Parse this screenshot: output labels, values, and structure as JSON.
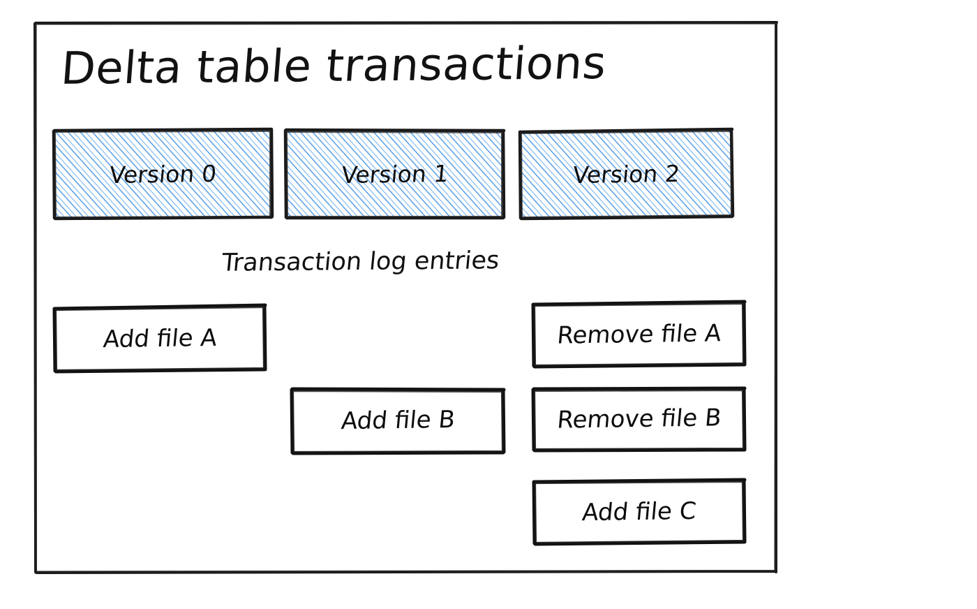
{
  "diagram": {
    "title": "Delta table transactions",
    "subtitle": "Transaction log entries",
    "background_color": "#ffffff",
    "frame_color": "#1a1a1a",
    "hatch_color": "#5aa0e6",
    "text_color": "#111111"
  },
  "versions": [
    {
      "label": "Version 0"
    },
    {
      "label": "Version 1"
    },
    {
      "label": "Version 2"
    }
  ],
  "log_entries": [
    {
      "label": "Add file A",
      "column": "version-0"
    },
    {
      "label": "Add file B",
      "column": "version-1"
    },
    {
      "label": "Remove file A",
      "column": "version-2"
    },
    {
      "label": "Remove file B",
      "column": "version-2"
    },
    {
      "label": "Add file C",
      "column": "version-2"
    }
  ]
}
